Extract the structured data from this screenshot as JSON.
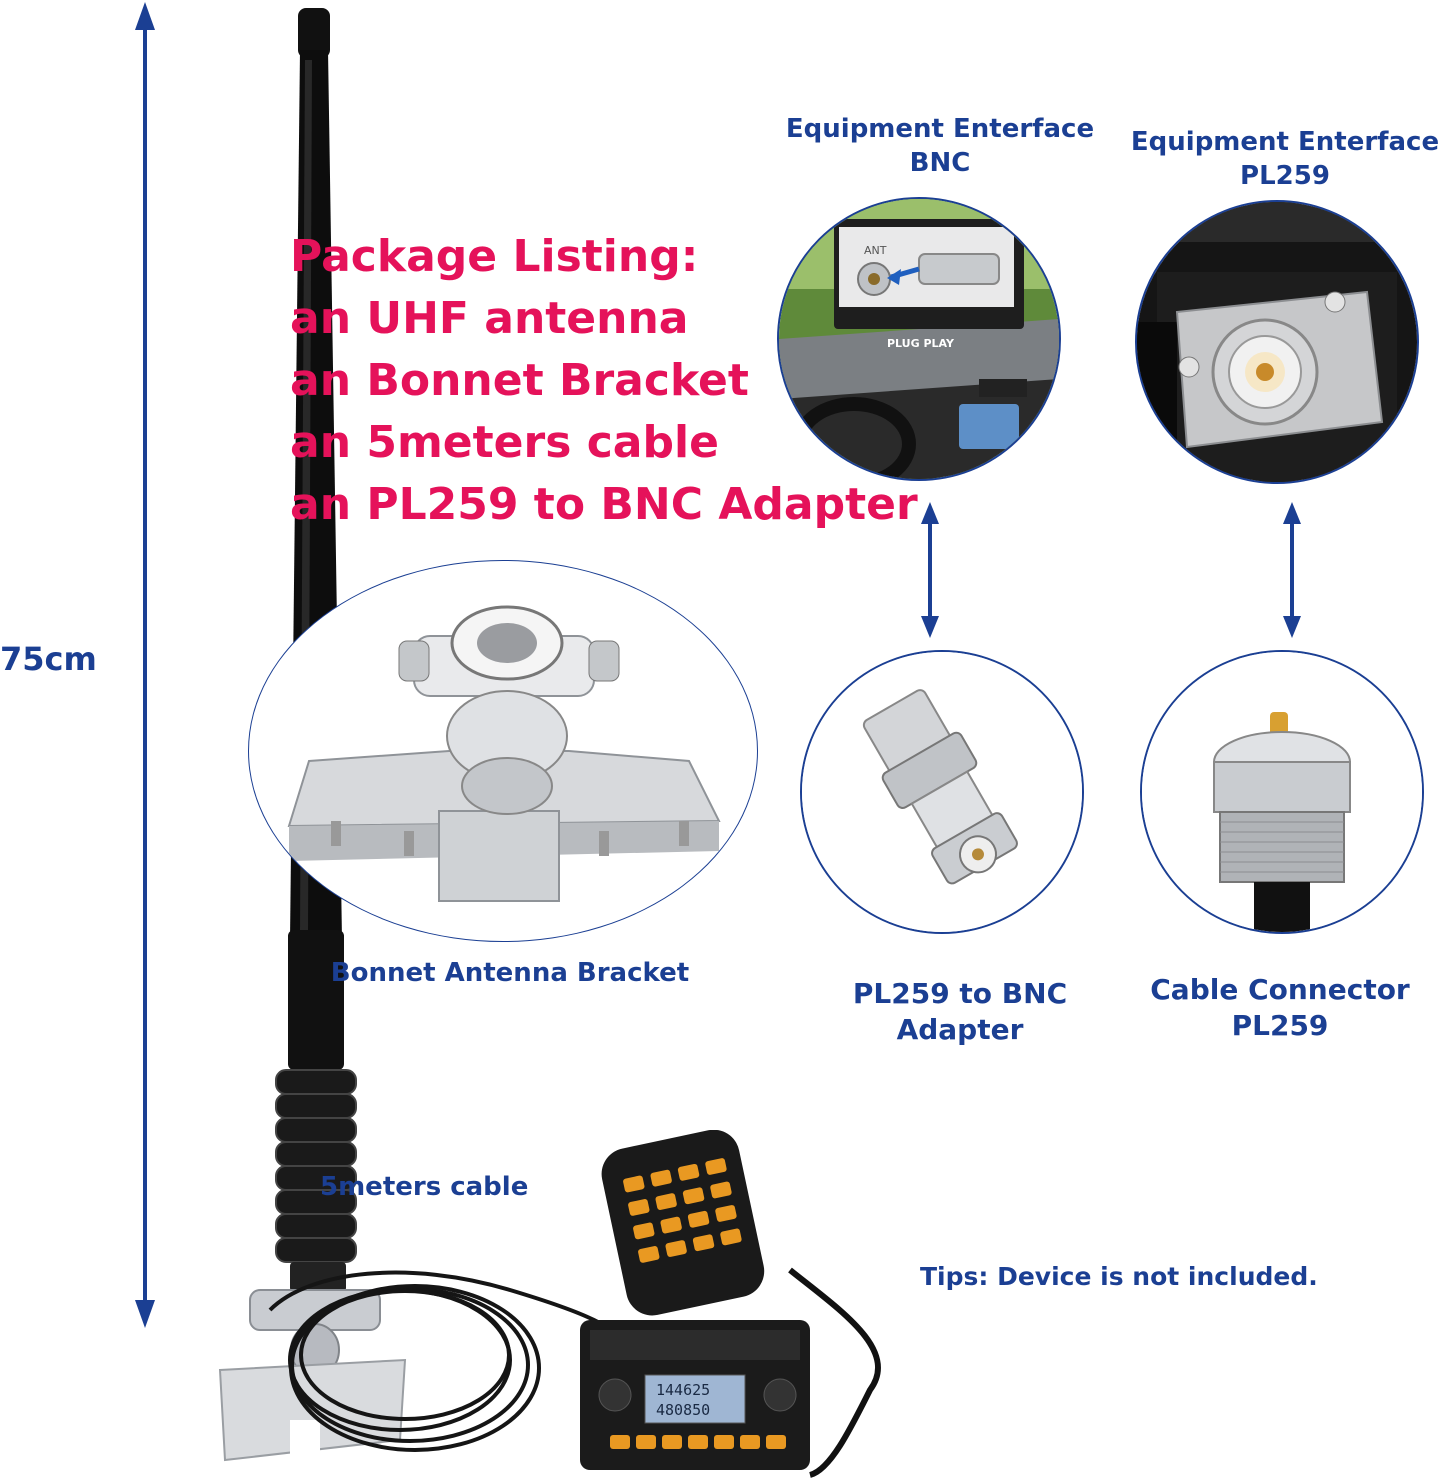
{
  "dimension": {
    "label": "75cm"
  },
  "package": {
    "title": "Package Listing:",
    "items": [
      "an UHF antenna",
      "an Bonnet Bracket",
      "an 5meters cable",
      "an PL259 to BNC Adapter"
    ]
  },
  "interfaces": {
    "bnc": {
      "line1": "Equipment  Enterface",
      "line2": "BNC",
      "badge": "PLUG PLAY",
      "port": "ANT"
    },
    "pl259": {
      "line1": "Equipment  Enterface",
      "line2": "PL259"
    }
  },
  "captions": {
    "bracket": "Bonnet Antenna Bracket",
    "adapter_line1": "PL259 to BNC",
    "adapter_line2": "Adapter",
    "connector_line1": "Cable Connector",
    "connector_line2": "PL259",
    "cable": "5meters cable",
    "tips": "Tips: Device is not included."
  },
  "radio": {
    "display_line1": "144625",
    "display_line2": "480850"
  },
  "colors": {
    "accent_blue": "#1b3f93",
    "pink": "#e5125a"
  }
}
